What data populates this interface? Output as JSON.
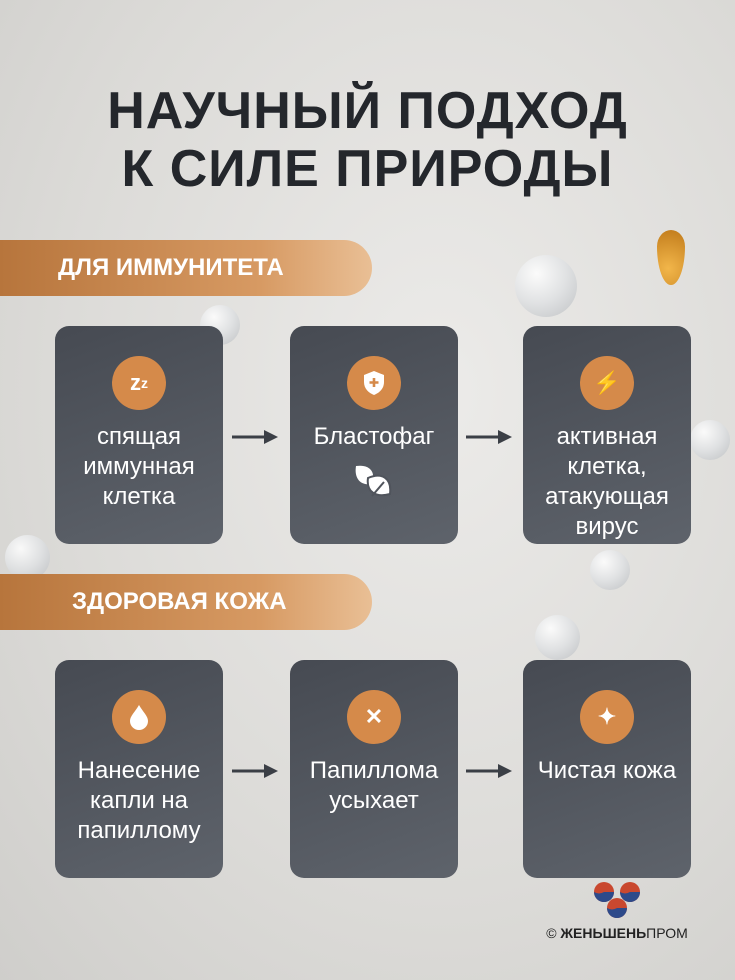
{
  "title": {
    "line1": "НАУЧНЫЙ ПОДХОД",
    "line2": "К СИЛЕ ПРИРОДЫ"
  },
  "sections": [
    {
      "label": "ДЛЯ ИММУНИТЕТА",
      "cards": [
        {
          "icon": "sleep-zz-icon",
          "text": "спящая иммунная клетка"
        },
        {
          "icon": "shield-plus-icon",
          "text": "Бластофаг",
          "sub_icon": "leaves-icon"
        },
        {
          "icon": "lightning-icon",
          "text": "активная клетка, атакующая вирус"
        }
      ]
    },
    {
      "label": "ЗДОРОВАЯ КОЖА",
      "cards": [
        {
          "icon": "drop-icon",
          "text": "Нанесение капли на папиллому"
        },
        {
          "icon": "cross-icon",
          "text": "Папиллома усыхает"
        },
        {
          "icon": "sparkle-icon",
          "text": "Чистая кожа"
        }
      ]
    }
  ],
  "brand": {
    "copyright": "©",
    "name_bold": "ЖЕНЬШЕНЬ",
    "name_light": "ПРОМ"
  },
  "colors": {
    "accent": "#d58a4a",
    "card": "#50545c",
    "title": "#24272c"
  }
}
